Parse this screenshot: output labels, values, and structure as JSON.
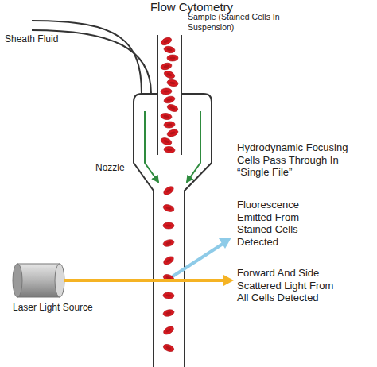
{
  "diagram": {
    "title": "Flow Cytometry",
    "labels": [
      "Sheath Fluid",
      "Sample (Stained Cells In Suspension)",
      "Nozzle",
      "Hydrodynamic Focusing Cells Pass Through In “Single File”",
      "Fluorescence Emitted From Stained Cells Detected",
      "Forward And Side Scattered Light From All Cells Detected",
      "Laser Light Source"
    ]
  }
}
